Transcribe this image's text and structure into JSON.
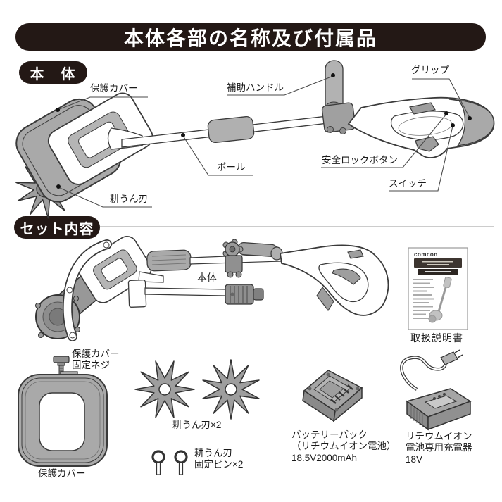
{
  "title": "本体各部の名称及び付属品",
  "main_unit": {
    "badge": "本　体",
    "labels": {
      "protective_cover": "保護カバー",
      "aux_handle": "補助ハンドル",
      "grip": "グリップ",
      "pole": "ポール",
      "safety_lock": "安全ロックボタン",
      "switch": "スイッチ",
      "tilling_blade": "耕うん刃"
    }
  },
  "set_contents": {
    "badge": "セット内容",
    "main_body_label": "本体",
    "manual_label": "取扱説明書",
    "manual_logo": "comcon",
    "cover_screw": {
      "line1": "保護カバー",
      "line2": "固定ネジ"
    },
    "protective_cover_label": "保護カバー",
    "blades_label": "耕うん刃×2",
    "pins": {
      "line1": "耕うん刃",
      "line2": "固定ピン×2"
    },
    "battery": {
      "line1": "バッテリーパック",
      "line2": "（リチウムイオン電池）",
      "line3": "18.5V2000mAh"
    },
    "charger": {
      "line1": "リチウムイオン",
      "line2": "電池専用充電器",
      "line3": "18V"
    }
  },
  "colors": {
    "banner": "#231815",
    "line_art": "#3a3a3a",
    "fill_gray": "#a9a9a9",
    "background": "#ffffff"
  }
}
